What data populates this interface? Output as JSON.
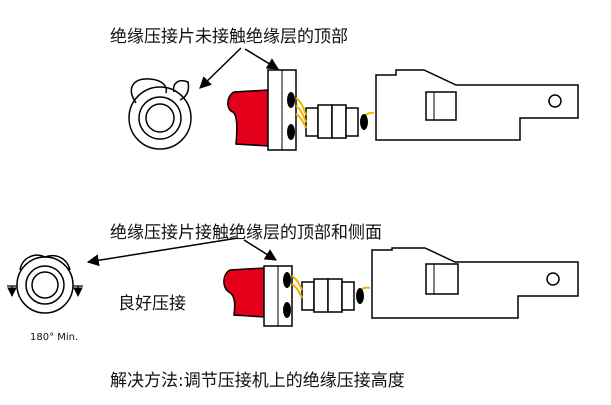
{
  "texts": {
    "title_top": "绝缘压接片未接触绝缘层的顶部",
    "title_bottom": "绝缘压接片接触绝缘层的顶部和侧面",
    "good_crimp": "良好压接",
    "angle": "180° Min.",
    "solution": "解决方法:调节压接机上的绝缘压接高度"
  },
  "colors": {
    "insulation": "#e4001b",
    "stroke": "#000000",
    "wire": "#f0b400",
    "paper": "#ffffff"
  }
}
